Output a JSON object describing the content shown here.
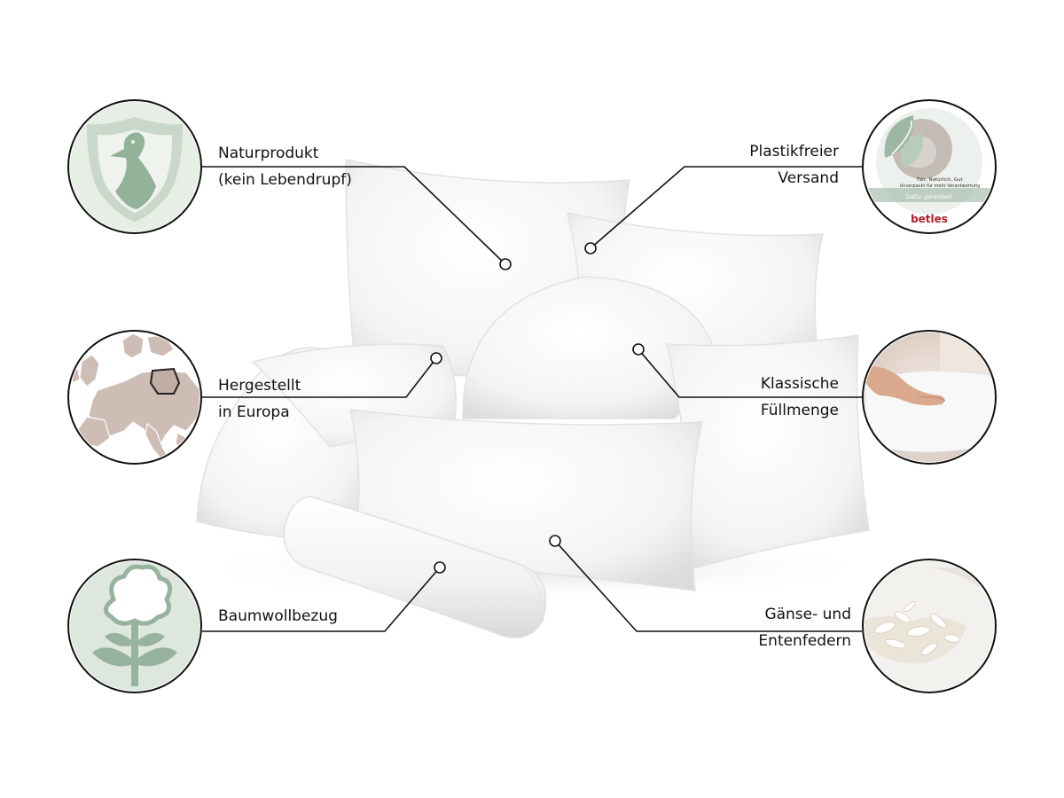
{
  "colors": {
    "sage": "#c3d3c5",
    "sage_light": "#e6eee6",
    "sage_dark": "#8fad95",
    "map_land": "#cdbdb4",
    "map_bg": "#ffffff",
    "outline": "#111111",
    "pillow": "#f6f6f6",
    "brand_red": "#b41e28"
  },
  "features": [
    {
      "id": "naturprodukt",
      "icon": "duck-shield-icon",
      "lines": [
        "Naturprodukt",
        "(kein Lebendrupf)"
      ]
    },
    {
      "id": "europa",
      "icon": "europe-map-icon",
      "lines": [
        "Hergestellt",
        "in Europa"
      ]
    },
    {
      "id": "baumwolle",
      "icon": "cotton-flower-icon",
      "lines": [
        "Baumwollbezug"
      ]
    },
    {
      "id": "versand",
      "icon": "plastic-free-badge-icon",
      "lines": [
        "Plastikfreier",
        "Versand"
      ]
    },
    {
      "id": "fuellmenge",
      "icon": "hand-pillow-photo",
      "lines": [
        "Klassische",
        "Füllmenge"
      ]
    },
    {
      "id": "federn",
      "icon": "feathers-photo",
      "lines": [
        "Gänse- und",
        "Entenfedern"
      ]
    }
  ],
  "badge": {
    "tagline": "Fair, Natürlich, Gut",
    "subline": "Unverpackt für mehr Verantwortung",
    "banner": "Dafür garantiert",
    "brand": "betles"
  }
}
